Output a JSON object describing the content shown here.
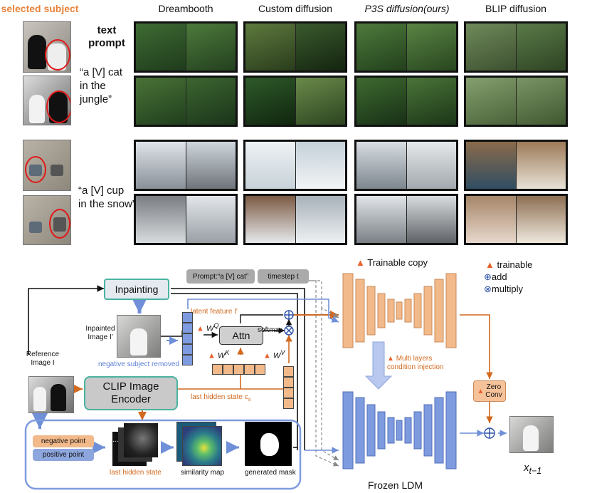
{
  "headers": {
    "selected_subject": "selected subject",
    "dreambooth": "Dreambooth",
    "custom_diffusion": "Custom diffusion",
    "p3s": "P3S diffusion(ours)",
    "blip": "BLIP diffusion"
  },
  "text_prompt_label": "text\nprompt",
  "prompts": {
    "cat": "“a [V] cat\nin the jungle”",
    "cup": "“a [V] cup\nin the snow”"
  },
  "diagram": {
    "inpainting": "Inpainting",
    "inpainted_image": "Inpainted\nImage I′",
    "negative_subject_removed": "negative subject removed",
    "reference_image": "Reference\nImage I",
    "clip_encoder": "CLIP Image\nEncoder",
    "attn": "Attn",
    "softmax": "softmax",
    "latent_feature": "latent feature I′",
    "wq": "W",
    "wq_sup": "Q",
    "wk": "W",
    "wk_sup": "K",
    "wv": "W",
    "wv_sup": "V",
    "last_hidden_state_cs": "last hidden state c",
    "cs_sub": "s",
    "prompt_chip": "Prompt:“a [V] cat”",
    "timestep_chip": "timestep t",
    "trainable_copy": "Trainable copy",
    "multi_layers": "Multi layers\ncondition injection",
    "zero_conv": "Zero\nConv",
    "frozen_ldm": "Frozen LDM",
    "xt1": "x",
    "xt1_sub": "t−1",
    "negative_point": "negative point",
    "positive_point": "positive point",
    "last_hidden_state": "last hidden state",
    "similarity_map": "similarity map",
    "generated_mask": "generated mask",
    "dots": "..."
  },
  "legend": {
    "trainable": "trainable",
    "add": "add",
    "multiply": "multiply"
  },
  "colors": {
    "orange_text": "#e8833a",
    "unet_orange": "#f2b98a",
    "unet_blue": "#7f9be0",
    "arrow_orange": "#d2691e",
    "arrow_blue": "#6f8fd8",
    "inpainting_fill": "#e5eaf0",
    "inpainting_border": "#4ab3a0"
  }
}
